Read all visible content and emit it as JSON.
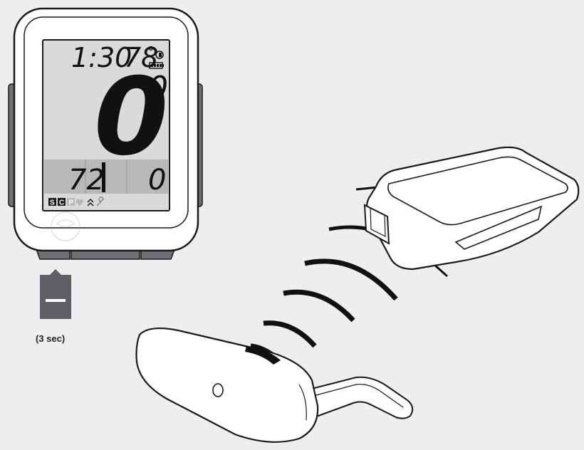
{
  "computer": {
    "time": "1:30",
    "temperature": "78",
    "temperature_unit_symbol": "°",
    "main_value": "0",
    "main_sup": "0",
    "bottom_left_value": "72",
    "bottom_right_value": "0",
    "mode_icons": [
      "S",
      "C",
      "P"
    ]
  },
  "button_hint": {
    "duration": "(3 sec)"
  },
  "colors": {
    "background": "#eceeef",
    "lcd": "#d9dadb",
    "lcd_band": "#b7b8b9",
    "button": "#6f7072",
    "outline": "#1a1a1a"
  }
}
